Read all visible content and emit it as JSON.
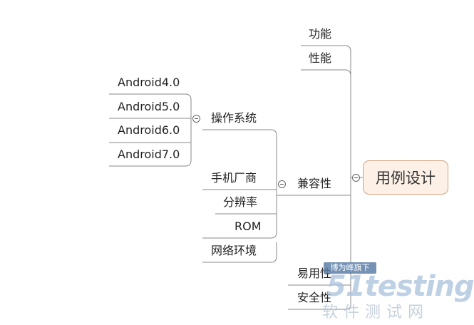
{
  "mindmap": {
    "root": "用例设计",
    "branches": {
      "gongneng": "功能",
      "xingneng": "性能",
      "jianrongxing": "兼容性",
      "yiyongxing": "易用性",
      "anquanxing": "安全性"
    },
    "compat": {
      "os": "操作系统",
      "manufacturer": "手机厂商",
      "resolution": "分辨率",
      "rom": "ROM",
      "network": "网络环境"
    },
    "os_versions": [
      "Android4.0",
      "Android5.0",
      "Android6.0",
      "Android7.0"
    ]
  },
  "watermark": {
    "badge": "博为峰旗下",
    "brand": "51testing",
    "site": "软件测试网"
  },
  "colors": {
    "line": "#888888",
    "root_fill": "#fdf0e6",
    "root_border": "#d4a07a"
  }
}
